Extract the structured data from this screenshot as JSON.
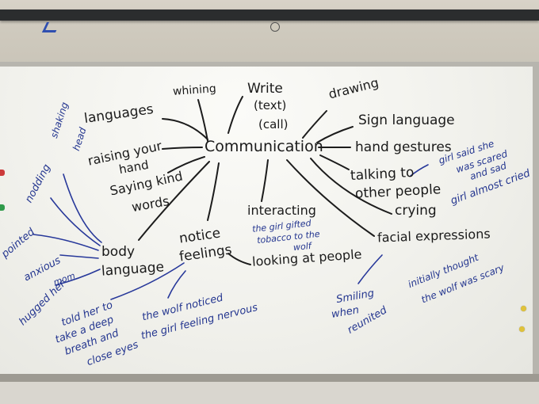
{
  "center": "Communication",
  "black_words": {
    "write": "Write",
    "text": "(text)",
    "call": "(call)",
    "whining": "whining",
    "drawing": "drawing",
    "languages": "languages",
    "sign_language": "Sign language",
    "raising_hand_1": "raising your",
    "raising_hand_2": "hand",
    "hand_gestures": "hand gestures",
    "talking_1": "talking to",
    "talking_2": "other people",
    "saying_kind_1": "Saying kind",
    "saying_kind_2": "words",
    "crying": "crying",
    "interacting": "interacting",
    "notice_1": "notice",
    "notice_2": "feelings",
    "body_1": "body",
    "body_2": "language",
    "looking": "looking at people",
    "facial": "facial expressions"
  },
  "blue_notes": {
    "shaking_1": "shaking",
    "shaking_2": "head",
    "nodding": "nodding",
    "pointed": "pointed",
    "anxious": "anxious",
    "hugged_1": "hugged her",
    "hugged_2": "mom",
    "girl_said_1": "girl said she",
    "girl_said_2": "was scared",
    "girl_said_3": "and sad",
    "girl_almost_cried": "girl almost cried",
    "gifted_1": "the girl gifted",
    "gifted_2": "tobacco to the",
    "gifted_3": "wolf",
    "thought_1": "initially thought",
    "thought_2": "the wolf was scary",
    "smiling_1": "Smiling",
    "smiling_2": "when",
    "smiling_3": "reunited",
    "told_1": "told her to",
    "told_2": "take a deep",
    "told_3": "breath and",
    "told_4": "close eyes",
    "wolf_noticed_1": "the wolf noticed",
    "wolf_noticed_2": "the girl feeling nervous"
  }
}
